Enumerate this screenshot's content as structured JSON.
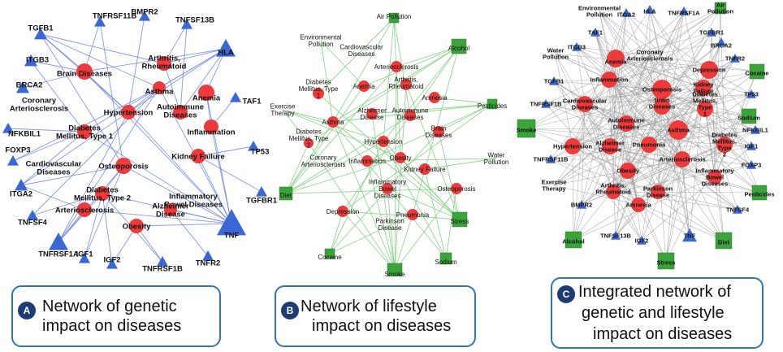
{
  "colors": {
    "disease_node": "#ee3a3a",
    "genetic_node": "#3a67d6",
    "lifestyle_node": "#3aa33a",
    "edge_a": "#6f86e8",
    "edge_b": "#7fce7f",
    "edge_c": "#9a9a9a",
    "caption_border": "#2e75b6",
    "badge": "#1f3b73"
  },
  "icons": {
    "disease_node": "red-circle",
    "genetic_node": "blue-triangle",
    "lifestyle_node": "green-square"
  },
  "panels": [
    {
      "badge": "A",
      "caption_lines": [
        "Network of genetic",
        "impact on diseases"
      ],
      "nodes": [
        {
          "id": "TNFRSF11B",
          "label": [
            "TNFRSF11B"
          ],
          "type": "gene"
        },
        {
          "id": "BMPR2",
          "label": [
            "BMPR2"
          ],
          "type": "gene"
        },
        {
          "id": "TNFSF13B",
          "label": [
            "TNFSF13B"
          ],
          "type": "gene"
        },
        {
          "id": "TGFB1",
          "label": [
            "TGFB1"
          ],
          "type": "gene"
        },
        {
          "id": "HLA",
          "label": [
            "HLA"
          ],
          "type": "gene"
        },
        {
          "id": "ITGB3",
          "label": [
            "ITGB3"
          ],
          "type": "gene"
        },
        {
          "id": "BRCA2",
          "label": [
            "BRCA2"
          ],
          "type": "gene"
        },
        {
          "id": "TAF1",
          "label": [
            "TAF1"
          ],
          "type": "gene"
        },
        {
          "id": "NFKBIL1",
          "label": [
            "NFKBIL1"
          ],
          "type": "gene"
        },
        {
          "id": "FOXP3",
          "label": [
            "FOXP3"
          ],
          "type": "gene"
        },
        {
          "id": "TP53",
          "label": [
            "TP53"
          ],
          "type": "gene"
        },
        {
          "id": "ITGA2",
          "label": [
            "ITGA2"
          ],
          "type": "gene"
        },
        {
          "id": "TGFBR1",
          "label": [
            "TGFBR1"
          ],
          "type": "gene"
        },
        {
          "id": "TNFSF4",
          "label": [
            "TNFSF4"
          ],
          "type": "gene"
        },
        {
          "id": "TNFRSF1A",
          "label": [
            "TNFRSF1A"
          ],
          "type": "gene"
        },
        {
          "id": "TNF",
          "label": [
            "TNF"
          ],
          "type": "gene"
        },
        {
          "id": "IGF1",
          "label": [
            "IGF1"
          ],
          "type": "gene"
        },
        {
          "id": "IGF2",
          "label": [
            "IGF2"
          ],
          "type": "gene"
        },
        {
          "id": "TNFRSF1B",
          "label": [
            "TNFRSF1B"
          ],
          "type": "gene"
        },
        {
          "id": "TNFR2",
          "label": [
            "TNFR2"
          ],
          "type": "gene"
        },
        {
          "id": "BrainDiseases",
          "label": [
            "Brain Diseases"
          ],
          "type": "disease"
        },
        {
          "id": "Arthritis",
          "label": [
            "Arthritis,",
            "Rheumatoid"
          ],
          "type": "disease"
        },
        {
          "id": "Asthma",
          "label": [
            "Asthma"
          ],
          "type": "disease"
        },
        {
          "id": "Anemia",
          "label": [
            "Anemia"
          ],
          "type": "disease"
        },
        {
          "id": "CoronaryArt",
          "label": [
            "Coronary",
            "Arteriosclerosis"
          ],
          "type": "disease"
        },
        {
          "id": "Hypertension",
          "label": [
            "Hypertension"
          ],
          "type": "disease"
        },
        {
          "id": "Autoimmune",
          "label": [
            "Autoimmune",
            "Diseases"
          ],
          "type": "disease"
        },
        {
          "id": "Inflammation",
          "label": [
            "Inflammation"
          ],
          "type": "disease"
        },
        {
          "id": "DM1",
          "label": [
            "Diabetes",
            "Mellitus, Type 1"
          ],
          "type": "disease"
        },
        {
          "id": "KidneyFailure",
          "label": [
            "Kidney Failure"
          ],
          "type": "disease"
        },
        {
          "id": "Cardiovascular",
          "label": [
            "Cardiovascular",
            "Diseases"
          ],
          "type": "disease"
        },
        {
          "id": "Osteoporosis",
          "label": [
            "Osteoporosis"
          ],
          "type": "disease"
        },
        {
          "id": "IBD",
          "label": [
            "Inflammatory",
            "Bowel Diseases"
          ],
          "type": "disease"
        },
        {
          "id": "DM2",
          "label": [
            "Diabetes",
            "Mellitus, Type 2"
          ],
          "type": "disease"
        },
        {
          "id": "Arteriosclerosis",
          "label": [
            "Arteriosclerosis"
          ],
          "type": "disease"
        },
        {
          "id": "Alzheimer",
          "label": [
            "Alzheimer",
            "Disease"
          ],
          "type": "disease"
        },
        {
          "id": "Obesity",
          "label": [
            "Obesity"
          ],
          "type": "disease"
        }
      ]
    },
    {
      "badge": "B",
      "caption_lines": [
        "Network of lifestyle",
        "impact on diseases"
      ],
      "nodes": [
        {
          "id": "AirPollution",
          "label": [
            "Air Pollution"
          ],
          "type": "lifestyle"
        },
        {
          "id": "EnvPollution",
          "label": [
            "Environmental",
            "Pollution"
          ],
          "type": "lifestyle"
        },
        {
          "id": "Alcohol",
          "label": [
            "Alcohol"
          ],
          "type": "lifestyle"
        },
        {
          "id": "ExerciseTherapy",
          "label": [
            "Exercise",
            "Therapy"
          ],
          "type": "lifestyle"
        },
        {
          "id": "Pesticides",
          "label": [
            "Pesticides"
          ],
          "type": "lifestyle"
        },
        {
          "id": "WaterPollution",
          "label": [
            "Water",
            "Pollution"
          ],
          "type": "lifestyle"
        },
        {
          "id": "Diet",
          "label": [
            "Diet"
          ],
          "type": "lifestyle"
        },
        {
          "id": "Stress",
          "label": [
            "Stress"
          ],
          "type": "lifestyle"
        },
        {
          "id": "Cocaine",
          "label": [
            "Cocaine"
          ],
          "type": "lifestyle"
        },
        {
          "id": "Sodium",
          "label": [
            "Sodium"
          ],
          "type": "lifestyle"
        },
        {
          "id": "Smoke",
          "label": [
            "Smoke"
          ],
          "type": "lifestyle"
        },
        {
          "id": "Cardiovascular",
          "label": [
            "Cardiovascular",
            "Diseases"
          ],
          "type": "disease"
        },
        {
          "id": "Arteriosclerosis",
          "label": [
            "Arteriosclerosis"
          ],
          "type": "disease"
        },
        {
          "id": "DM1",
          "label": [
            "Diabetes",
            "Mellitus, Type",
            "1"
          ],
          "type": "disease"
        },
        {
          "id": "Anemia",
          "label": [
            "Anemia"
          ],
          "type": "disease"
        },
        {
          "id": "Arthritis",
          "label": [
            "Arthritis,",
            "Rheumatoid"
          ],
          "type": "disease"
        },
        {
          "id": "Amnesia",
          "label": [
            "Amnesia"
          ],
          "type": "disease"
        },
        {
          "id": "Asthma",
          "label": [
            "Asthma"
          ],
          "type": "disease"
        },
        {
          "id": "Alzheimer",
          "label": [
            "Alzheimer",
            "Disease"
          ],
          "type": "disease"
        },
        {
          "id": "Autoimmune",
          "label": [
            "Autoimmune",
            "Diseases"
          ],
          "type": "disease"
        },
        {
          "id": "BrainDiseases",
          "label": [
            "Brain",
            "Diseases"
          ],
          "type": "disease"
        },
        {
          "id": "DM2",
          "label": [
            "Diabetes",
            "Mellitus, Type",
            "2"
          ],
          "type": "disease"
        },
        {
          "id": "Hypertension",
          "label": [
            "Hypertension"
          ],
          "type": "disease"
        },
        {
          "id": "Obesity",
          "label": [
            "Obesity"
          ],
          "type": "disease"
        },
        {
          "id": "CoronaryArt",
          "label": [
            "Coronary",
            "Arteriosclerosis"
          ],
          "type": "disease"
        },
        {
          "id": "Inflammation",
          "label": [
            "Inflammation"
          ],
          "type": "disease"
        },
        {
          "id": "KidneyFailure",
          "label": [
            "Kidney Failure"
          ],
          "type": "disease"
        },
        {
          "id": "IBD",
          "label": [
            "Inflammatory",
            "Bowel",
            "Diseases"
          ],
          "type": "disease"
        },
        {
          "id": "Osteoporosis",
          "label": [
            "Osteoporosis"
          ],
          "type": "disease"
        },
        {
          "id": "Depression",
          "label": [
            "Depression"
          ],
          "type": "disease"
        },
        {
          "id": "Pneumonia",
          "label": [
            "Pneumonia"
          ],
          "type": "disease"
        },
        {
          "id": "Parkinson",
          "label": [
            "Parkinson",
            "Disease"
          ],
          "type": "disease"
        }
      ]
    },
    {
      "badge": "C",
      "caption_lines": [
        "Integrated network of",
        "genetic and lifestyle",
        "impact on diseases"
      ],
      "nodes": [
        {
          "id": "EnvPollution",
          "label": [
            "Environmental",
            "Pollution"
          ],
          "type": "lifestyle"
        },
        {
          "id": "ITGA2",
          "label": [
            "ITGA2"
          ],
          "type": "gene"
        },
        {
          "id": "HLA",
          "label": [
            "HLA"
          ],
          "type": "gene"
        },
        {
          "id": "TNFRSF1A",
          "label": [
            "TNFRSF1A"
          ],
          "type": "gene"
        },
        {
          "id": "AirPollution",
          "label": [
            "Air",
            "Pollution"
          ],
          "type": "lifestyle"
        },
        {
          "id": "TAF1",
          "label": [
            "TAF1"
          ],
          "type": "gene"
        },
        {
          "id": "TGFBR1",
          "label": [
            "TGFBR1"
          ],
          "type": "gene"
        },
        {
          "id": "BRCA2",
          "label": [
            "BRCA2"
          ],
          "type": "gene"
        },
        {
          "id": "WaterPollution",
          "label": [
            "Water",
            "Pollution"
          ],
          "type": "lifestyle"
        },
        {
          "id": "ITGB3",
          "label": [
            "ITGB3"
          ],
          "type": "gene"
        },
        {
          "id": "TNFR2",
          "label": [
            "TNFR2"
          ],
          "type": "gene"
        },
        {
          "id": "Cocaine",
          "label": [
            "Cocaine"
          ],
          "type": "lifestyle"
        },
        {
          "id": "TGFB1",
          "label": [
            "TGFB1"
          ],
          "type": "gene"
        },
        {
          "id": "TP53",
          "label": [
            "TP53"
          ],
          "type": "gene"
        },
        {
          "id": "TNFRSF1B",
          "label": [
            "TNFRSF1B"
          ],
          "type": "gene"
        },
        {
          "id": "Sodium",
          "label": [
            "Sodium"
          ],
          "type": "lifestyle"
        },
        {
          "id": "Smoke",
          "label": [
            "Smoke"
          ],
          "type": "lifestyle"
        },
        {
          "id": "NFKBIL1",
          "label": [
            "NFKBIL1"
          ],
          "type": "gene"
        },
        {
          "id": "IGF1",
          "label": [
            "IGF1"
          ],
          "type": "gene"
        },
        {
          "id": "TNFRSF11B",
          "label": [
            "TNFRSF11B"
          ],
          "type": "gene"
        },
        {
          "id": "FOXP3",
          "label": [
            "FOXP3"
          ],
          "type": "gene"
        },
        {
          "id": "ExerciseTherapy",
          "label": [
            "Exercise",
            "Therapy"
          ],
          "type": "lifestyle"
        },
        {
          "id": "Pesticides",
          "label": [
            "Pesticides"
          ],
          "type": "lifestyle"
        },
        {
          "id": "BMPR2",
          "label": [
            "BMPR2"
          ],
          "type": "gene"
        },
        {
          "id": "TNFSF4",
          "label": [
            "TNFSF4"
          ],
          "type": "gene"
        },
        {
          "id": "Alcohol",
          "label": [
            "Alcohol"
          ],
          "type": "lifestyle"
        },
        {
          "id": "TNFSF13B",
          "label": [
            "TNFSF13B"
          ],
          "type": "gene"
        },
        {
          "id": "IGF2",
          "label": [
            "IGF2"
          ],
          "type": "gene"
        },
        {
          "id": "TNF",
          "label": [
            "TNF"
          ],
          "type": "gene"
        },
        {
          "id": "Diet",
          "label": [
            "Diet"
          ],
          "type": "lifestyle"
        },
        {
          "id": "Stress",
          "label": [
            "Stress"
          ],
          "type": "lifestyle"
        },
        {
          "id": "CoronaryArt",
          "label": [
            "Coronary",
            "Arteriosclerosis"
          ],
          "type": "disease"
        },
        {
          "id": "Anemia",
          "label": [
            "Anemia"
          ],
          "type": "disease"
        },
        {
          "id": "Depression",
          "label": [
            "Depression"
          ],
          "type": "disease"
        },
        {
          "id": "Inflammation",
          "label": [
            "Inflammation"
          ],
          "type": "disease"
        },
        {
          "id": "Osteoporosis",
          "label": [
            "Osteoporosis"
          ],
          "type": "disease"
        },
        {
          "id": "KidneyFailure",
          "label": [
            "Kidney",
            "Failure"
          ],
          "type": "disease"
        },
        {
          "id": "Cardiovascular",
          "label": [
            "Cardiovascular",
            "Diseases"
          ],
          "type": "disease"
        },
        {
          "id": "BrainDiseases",
          "label": [
            "Brain",
            "Diseases"
          ],
          "type": "disease"
        },
        {
          "id": "DM1",
          "label": [
            "Diabetes",
            "Mellitus,",
            "Type",
            "1"
          ],
          "type": "disease"
        },
        {
          "id": "Autoimmune",
          "label": [
            "Autoimmune",
            "Diseases"
          ],
          "type": "disease"
        },
        {
          "id": "Asthma",
          "label": [
            "Asthma"
          ],
          "type": "disease"
        },
        {
          "id": "DM2",
          "label": [
            "Diabetes",
            "Mellitus,",
            "Type",
            "2"
          ],
          "type": "disease"
        },
        {
          "id": "Hypertension",
          "label": [
            "Hypertension"
          ],
          "type": "disease"
        },
        {
          "id": "Alzheimer",
          "label": [
            "Alzheimer",
            "Disease"
          ],
          "type": "disease"
        },
        {
          "id": "Pneumonia",
          "label": [
            "Pneumonia"
          ],
          "type": "disease"
        },
        {
          "id": "Arteriosclerosis",
          "label": [
            "Arteriosclerosis"
          ],
          "type": "disease"
        },
        {
          "id": "Obesity",
          "label": [
            "Obesity"
          ],
          "type": "disease"
        },
        {
          "id": "IBD",
          "label": [
            "Inflammatory",
            "Bowel",
            "Diseases"
          ],
          "type": "disease"
        },
        {
          "id": "Arthritis",
          "label": [
            "Arthritis,",
            "Rheumatoid"
          ],
          "type": "disease"
        },
        {
          "id": "Parkinson",
          "label": [
            "Parkinson",
            "Disease"
          ],
          "type": "disease"
        },
        {
          "id": "Amnesia",
          "label": [
            "Amnesia"
          ],
          "type": "disease"
        }
      ]
    }
  ]
}
